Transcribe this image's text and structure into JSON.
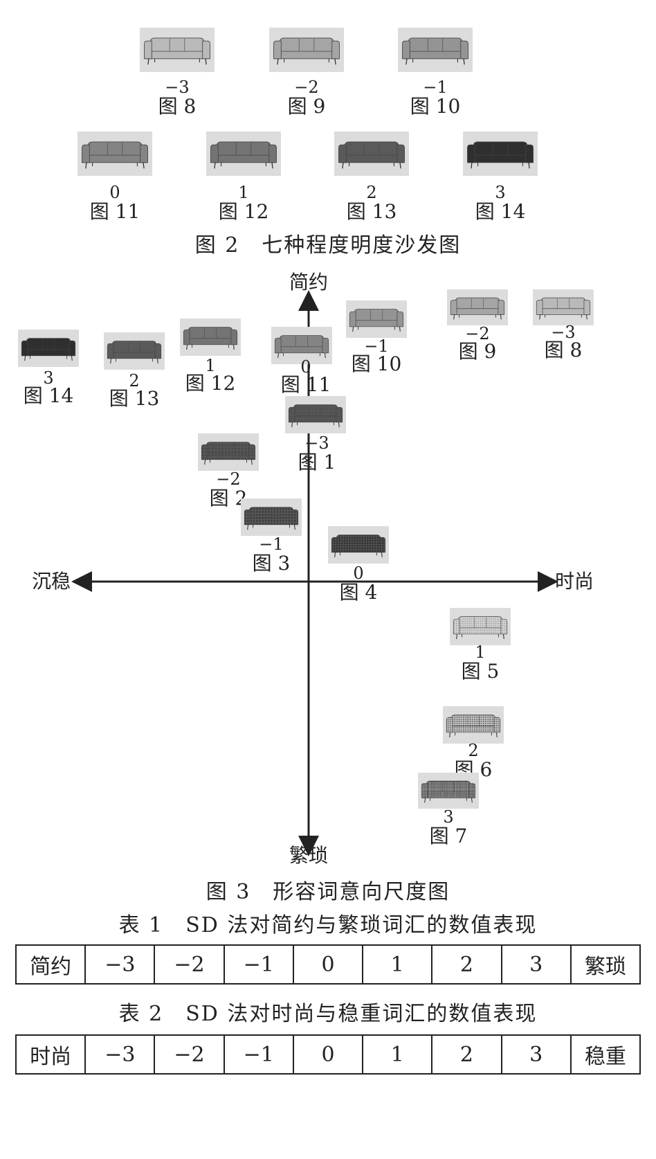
{
  "colors": {
    "frame_bg": "#dcdcdc",
    "sofa_shades": [
      "#b9b9b9",
      "#a5a5a5",
      "#949494",
      "#848484",
      "#747474",
      "#5a5a5a",
      "#2f2f2f"
    ],
    "texture_dark": "#3a3a3a",
    "text": "#222222"
  },
  "figure2": {
    "caption": "图 2　七种程度明度沙发图",
    "items": [
      {
        "value": "−3",
        "label": "图 8"
      },
      {
        "value": "−2",
        "label": "图 9"
      },
      {
        "value": "−1",
        "label": "图 10"
      },
      {
        "value": "0",
        "label": "图 11"
      },
      {
        "value": "1",
        "label": "图 12"
      },
      {
        "value": "2",
        "label": "图 13"
      },
      {
        "value": "3",
        "label": "图 14"
      }
    ]
  },
  "figure3": {
    "caption": "图 3　形容词意向尺度图",
    "axis": {
      "top": "简约",
      "bottom": "繁琐",
      "left": "沉稳",
      "right": "时尚"
    },
    "brightness_items": [
      {
        "value": "3",
        "label": "图 14"
      },
      {
        "value": "2",
        "label": "图 13"
      },
      {
        "value": "1",
        "label": "图 12"
      },
      {
        "value": "0",
        "label": "图 11"
      },
      {
        "value": "−1",
        "label": "图 10"
      },
      {
        "value": "−2",
        "label": "图 9"
      },
      {
        "value": "−3",
        "label": "图 8"
      }
    ],
    "texture_items": [
      {
        "value": "−3",
        "label": "图 1"
      },
      {
        "value": "−2",
        "label": "图 2"
      },
      {
        "value": "−1",
        "label": "图 3"
      },
      {
        "value": "0",
        "label": "图 4"
      },
      {
        "value": "1",
        "label": "图 5"
      },
      {
        "value": "2",
        "label": "图 6"
      },
      {
        "value": "3",
        "label": "图 7"
      }
    ]
  },
  "table1": {
    "caption": "表 1　SD 法对简约与繁琐词汇的数值表现",
    "cells": [
      "简约",
      "−3",
      "−2",
      "−1",
      "0",
      "1",
      "2",
      "3",
      "繁琐"
    ]
  },
  "table2": {
    "caption": "表 2　SD 法对时尚与稳重词汇的数值表现",
    "cells": [
      "时尚",
      "−3",
      "−2",
      "−1",
      "0",
      "1",
      "2",
      "3",
      "稳重"
    ]
  }
}
